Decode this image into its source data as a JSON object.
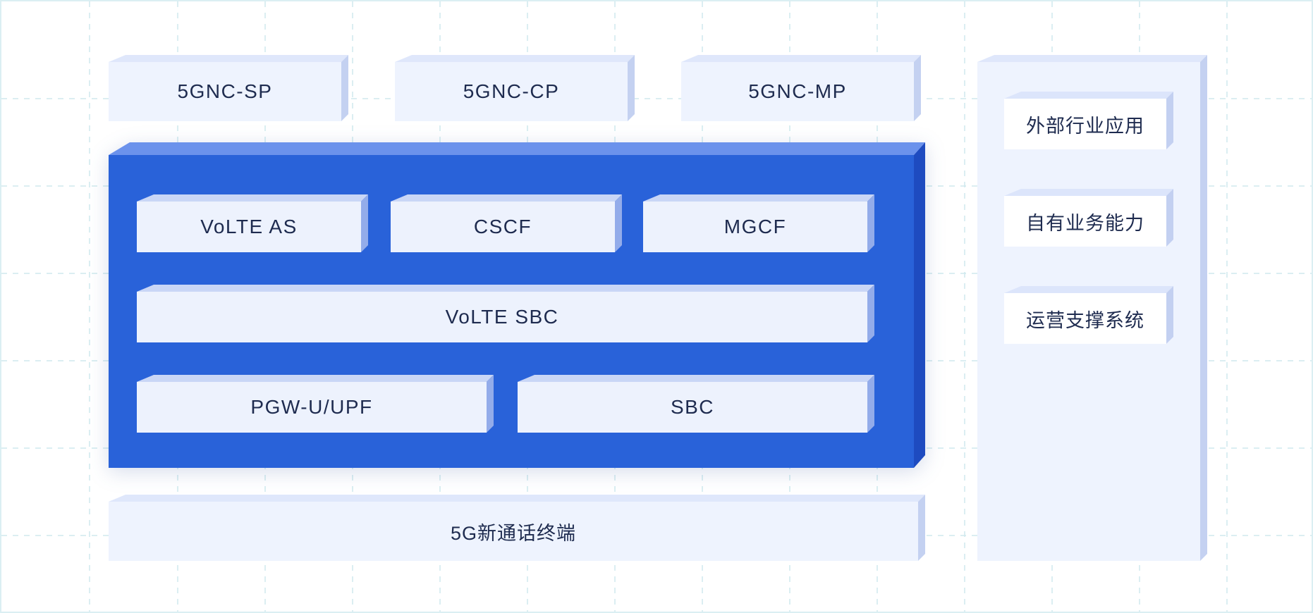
{
  "top_row": {
    "sp": "5GNC-SP",
    "cp": "5GNC-CP",
    "mp": "5GNC-MP"
  },
  "core": {
    "volte_as": "VoLTE AS",
    "cscf": "CSCF",
    "mgcf": "MGCF",
    "volte_sbc": "VoLTE SBC",
    "pgw_upf": "PGW-U/UPF",
    "sbc": "SBC"
  },
  "terminal": {
    "label": "5G新通话终端"
  },
  "right_panel": {
    "items": [
      {
        "label": "外部行业应用"
      },
      {
        "label": "自有业务能力"
      },
      {
        "label": "运营支撑系统"
      }
    ]
  },
  "colors": {
    "core_blue": "#2962d9",
    "box_face": "#eef3fe",
    "text": "#1e2b4f",
    "grid_line": "#cfe9ee"
  }
}
